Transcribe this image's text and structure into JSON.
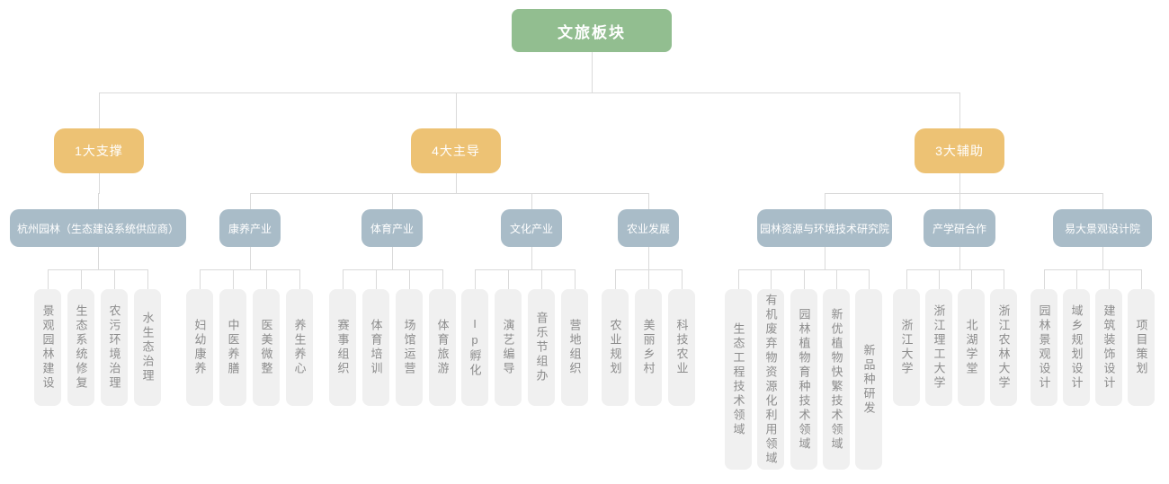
{
  "colors": {
    "root_bg": "#92BE90",
    "branch_bg": "#EDC274",
    "sub_bg": "#A9BCC8",
    "leaf_bg": "#F0F0F0",
    "leaf_text": "#8C8C8C",
    "connector": "#DADADA",
    "text_on_color": "#FFFFFF"
  },
  "tree": {
    "label": "文旅板块",
    "children": [
      {
        "label": "1大支撑",
        "children": [
          {
            "label": "杭州园林（生态建设系统供应商）",
            "children": [
              {
                "label": "景观园林建设"
              },
              {
                "label": "生态系统修复"
              },
              {
                "label": "农污环境治理"
              },
              {
                "label": "水生态治理"
              }
            ]
          }
        ]
      },
      {
        "label": "4大主导",
        "children": [
          {
            "label": "康养产业",
            "children": [
              {
                "label": "妇幼康养"
              },
              {
                "label": "中医养膳"
              },
              {
                "label": "医美微整"
              },
              {
                "label": "养生养心"
              }
            ]
          },
          {
            "label": "体育产业",
            "children": [
              {
                "label": "赛事组织"
              },
              {
                "label": "体育培训"
              },
              {
                "label": "场馆运营"
              },
              {
                "label": "体育旅游"
              }
            ]
          },
          {
            "label": "文化产业",
            "children": [
              {
                "label": "Ip孵化"
              },
              {
                "label": "演艺编导"
              },
              {
                "label": "音乐节组办"
              },
              {
                "label": "营地组织"
              }
            ]
          },
          {
            "label": "农业发展",
            "children": [
              {
                "label": "农业规划"
              },
              {
                "label": "美丽乡村"
              },
              {
                "label": "科技农业"
              }
            ]
          }
        ]
      },
      {
        "label": "3大辅助",
        "children": [
          {
            "label": "园林资源与环境技术研究院",
            "children": [
              {
                "label": "生态工程技术领域"
              },
              {
                "label": "有机废弃物资源化利用领域"
              },
              {
                "label": "园林植物育种技术领域"
              },
              {
                "label": "新优植物快繁技术领域"
              },
              {
                "label": "新品种研发"
              }
            ]
          },
          {
            "label": "产学研合作",
            "children": [
              {
                "label": "浙江大学"
              },
              {
                "label": "浙江理工大学"
              },
              {
                "label": "北湖学堂"
              },
              {
                "label": "浙江农林大学"
              }
            ]
          },
          {
            "label": "易大景观设计院",
            "children": [
              {
                "label": "园林景观设计"
              },
              {
                "label": "域乡规划设计"
              },
              {
                "label": "建筑装饰设计"
              },
              {
                "label": "项目策划"
              }
            ]
          }
        ]
      }
    ]
  }
}
